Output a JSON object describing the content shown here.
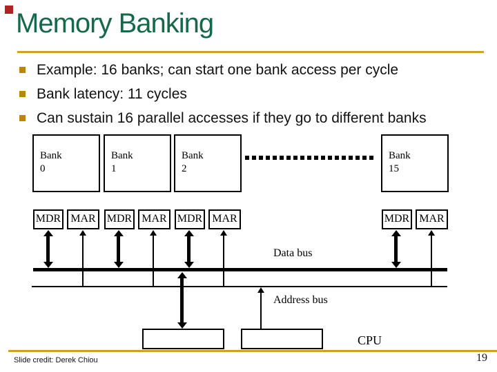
{
  "slide": {
    "title": "Memory Banking",
    "bullets": [
      "Example: 16 banks; can start one bank access per cycle",
      "Bank latency: 11 cycles",
      "Can sustain 16 parallel accesses if they go to different banks"
    ]
  },
  "diagram": {
    "banks": [
      {
        "name": "Bank",
        "number": "0"
      },
      {
        "name": "Bank",
        "number": "1"
      },
      {
        "name": "Bank",
        "number": "2"
      },
      {
        "name": "Bank",
        "number": "15"
      }
    ],
    "registers": {
      "mdr": "MDR",
      "mar": "MAR"
    },
    "data_bus_label": "Data bus",
    "address_bus_label": "Address bus",
    "cpu_label": "CPU"
  },
  "footer": {
    "credit": "Slide credit: Derek Chiou",
    "page_number": "19"
  },
  "colors": {
    "title_green": "#15684a",
    "rule_gold": "#c9a227",
    "bullet_gold": "#b8860b",
    "corner_red": "#b22222",
    "diagram_ink": "#000000"
  }
}
